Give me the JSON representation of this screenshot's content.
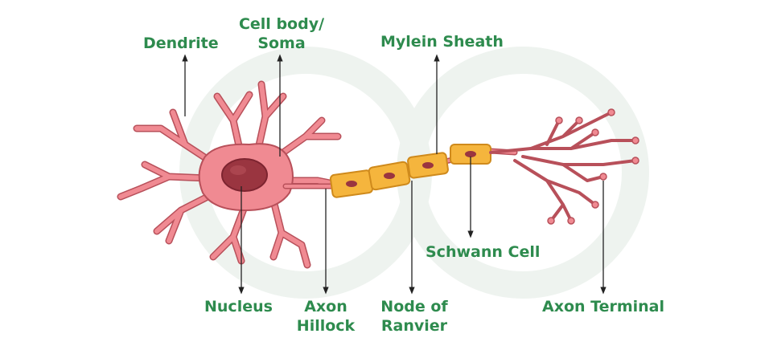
{
  "labels": {
    "dendrite": "Dendrite",
    "cell_body_line1": "Cell body/",
    "cell_body_line2": "Soma",
    "myelin_sheath": "Mylein Sheath",
    "schwann_cell": "Schwann Cell",
    "nucleus": "Nucleus",
    "axon_hillock_line1": "Axon",
    "axon_hillock_line2": "Hillock",
    "node_line1": "Node of",
    "node_line2": "Ranvier",
    "axon_terminal": "Axon Terminal"
  },
  "colors": {
    "label_text": "#2e8b4e",
    "neuron_fill": "#f08a92",
    "neuron_stroke": "#b8505a",
    "nucleus_fill": "#9a3540",
    "schwann_fill": "#f5b53d",
    "schwann_stroke": "#cf8a1c",
    "arrow": "#222222",
    "watermark": "#eef3ef"
  }
}
